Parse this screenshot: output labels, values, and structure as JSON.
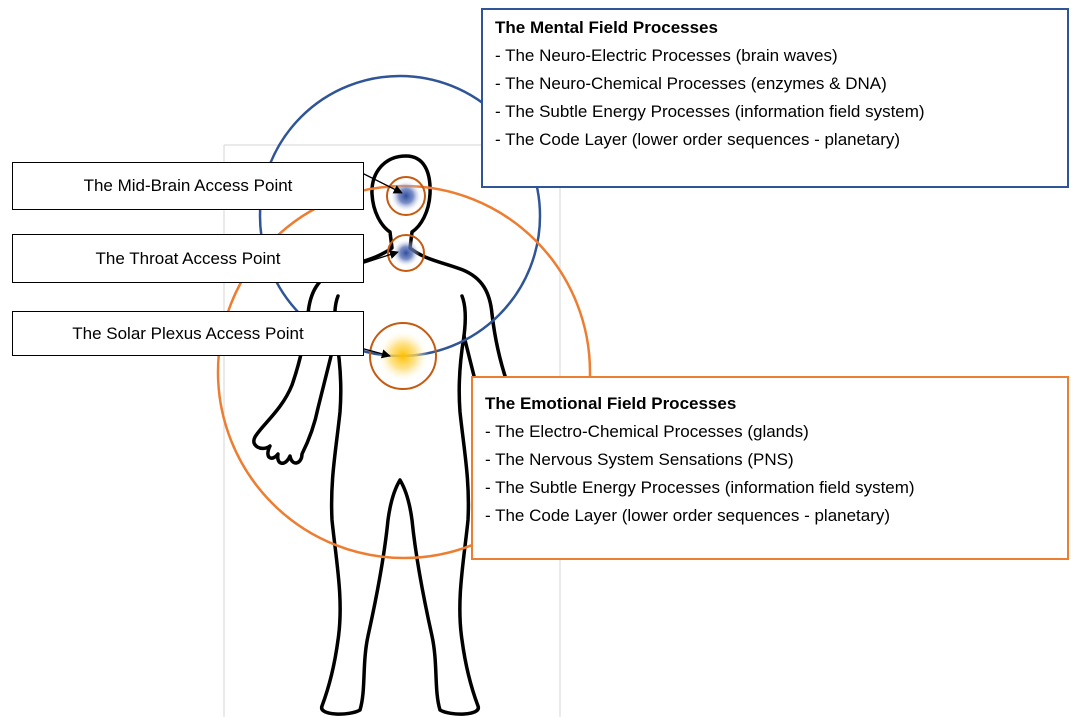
{
  "colors": {
    "mental": "#2f5597",
    "emotional": "#ed7d31",
    "outline": "#000000",
    "panel_line": "#d0d0d0",
    "point_blue": "#2f4e9e",
    "point_yellow": "#ffc000"
  },
  "access_points": [
    {
      "label": "The Mid-Brain Access Point"
    },
    {
      "label": "The Throat Access Point"
    },
    {
      "label": "The Solar Plexus Access Point"
    }
  ],
  "mental": {
    "title": "The Mental Field Processes",
    "items": [
      "- The Neuro-Electric Processes (brain waves)",
      "- The Neuro-Chemical Processes (enzymes & DNA)",
      "- The Subtle Energy Processes (information field system)",
      "- The Code Layer (lower order sequences - planetary)"
    ]
  },
  "emotional": {
    "title": "The Emotional Field Processes",
    "items": [
      "- The Electro-Chemical Processes (glands)",
      "- The Nervous System Sensations (PNS)",
      "- The Subtle Energy Processes (information field system)",
      "- The Code Layer (lower order sequences - planetary)"
    ]
  }
}
